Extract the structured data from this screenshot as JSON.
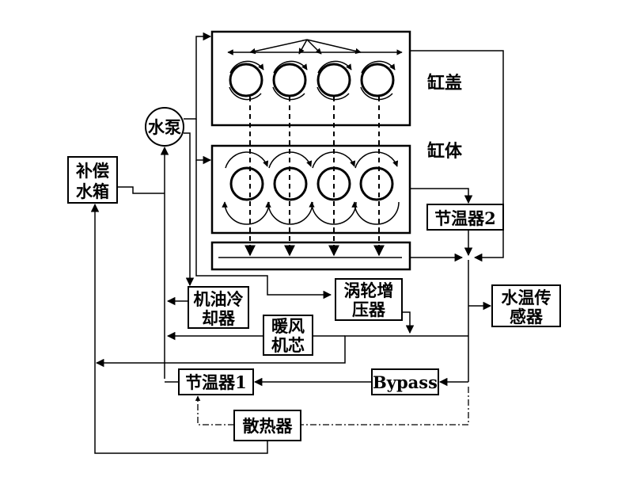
{
  "diagram": {
    "labels": {
      "cylinder_head": "缸盖",
      "cylinder_block": "缸体",
      "water_pump": "水泵",
      "compensation_tank_line1": "补偿",
      "compensation_tank_line2": "水箱",
      "thermostat2": "节温器2",
      "oil_cooler_line1": "机油冷",
      "oil_cooler_line2": "却器",
      "turbocharger_line1": "涡轮增",
      "turbocharger_line2": "压器",
      "heater_core_line1": "暖风",
      "heater_core_line2": "机芯",
      "water_temp_sensor_line1": "水温传",
      "water_temp_sensor_line2": "感器",
      "thermostat1": "节温器1",
      "bypass": "Bypass",
      "radiator": "散热器"
    },
    "colors": {
      "stroke": "#000000",
      "background": "#ffffff"
    }
  }
}
